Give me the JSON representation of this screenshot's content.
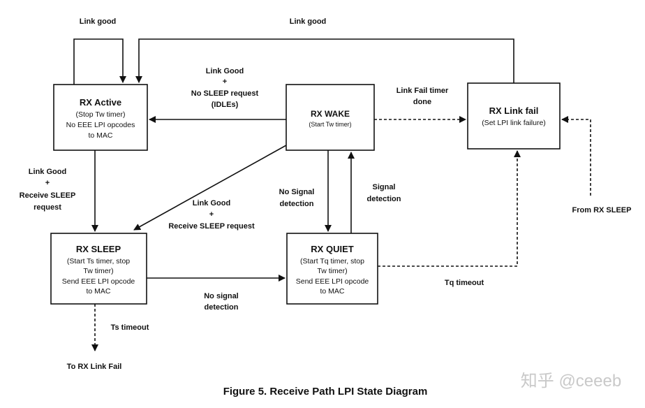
{
  "states": {
    "rx_active": {
      "title": "RX Active",
      "lines": [
        "(Stop Tw timer)",
        "No EEE LPI opcodes",
        "to MAC"
      ]
    },
    "rx_wake": {
      "title": "RX WAKE",
      "lines": [
        "(Start Tw timer)"
      ]
    },
    "rx_link_fail": {
      "title": "RX Link fail",
      "lines": [
        "(Set LPI link failure)"
      ]
    },
    "rx_sleep": {
      "title": "RX SLEEP",
      "lines": [
        "(Start Ts timer, stop",
        "Tw timer)",
        "Send EEE LPI opcode",
        "to MAC"
      ]
    },
    "rx_quiet": {
      "title": "RX QUIET",
      "lines": [
        "(Start Tq timer, stop",
        "Tw timer)",
        "Send EEE LPI opcode",
        "to MAC"
      ]
    }
  },
  "transitions": {
    "active_self": [
      "Link good"
    ],
    "linkfail_to_active": [
      "Link good"
    ],
    "wake_to_active": [
      "Link Good",
      "+",
      "No SLEEP request",
      "(IDLEs)"
    ],
    "wake_to_linkfail": [
      "Link Fail timer",
      "done"
    ],
    "active_to_sleep": [
      "Link Good",
      "+",
      "Receive SLEEP",
      "request"
    ],
    "wake_to_sleep": [
      "Link Good",
      "+",
      "Receive SLEEP request"
    ],
    "wake_to_quiet": [
      "No Signal",
      "detection"
    ],
    "quiet_to_wake": [
      "Signal",
      "detection"
    ],
    "sleep_to_quiet": [
      "No signal",
      "detection"
    ],
    "quiet_to_linkfail": [
      "Tq timeout"
    ],
    "from_rx_sleep": [
      "From RX SLEEP"
    ],
    "sleep_timeout": [
      "Ts timeout"
    ],
    "to_rx_link_fail": [
      "To RX Link Fail"
    ]
  },
  "caption": "Figure 5. Receive Path LPI State Diagram",
  "watermark": "知乎 @ceeeb"
}
